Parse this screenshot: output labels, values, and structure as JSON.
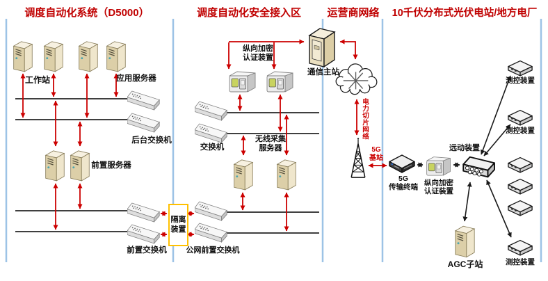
{
  "colors": {
    "title_red": "#C00000",
    "arrow_red": "#CC0000",
    "separator_blue": "#9DC3E6",
    "isolation_border": "#FFC000",
    "bus_line": "#3F3F3F",
    "black_link": "#1A1A1A"
  },
  "titles": {
    "d5000": "调度自动化系统（D5000）",
    "secure_access": "调度自动化安全接入区",
    "carrier": "运营商网络",
    "pv_plant": "10千伏分布式光伏电站/地方电厂"
  },
  "d5000": {
    "workstation": "工作站",
    "app_server": "应用服务器",
    "backend_switch": "后台交换机",
    "front_server": "前置服务器",
    "front_switch": "前置交换机"
  },
  "secure_access": {
    "encryption": "纵向加密\n认证装置",
    "switch": "交换机",
    "wireless_server": "无线采集\n服务器",
    "public_front_switch": "公网前置交换机"
  },
  "isolation": {
    "label": "隔离\n装置"
  },
  "carrier": {
    "comm_master": "通信主站",
    "power_slice_network": "电力切片网络",
    "g5_base": "5G\n基站"
  },
  "pv_plant": {
    "g5_terminal": "5G\n传输终端",
    "encryption": "纵向加密\n认证装置",
    "rtu": "远动装置",
    "mc_device": "测控装置",
    "agc": "AGC子站"
  }
}
